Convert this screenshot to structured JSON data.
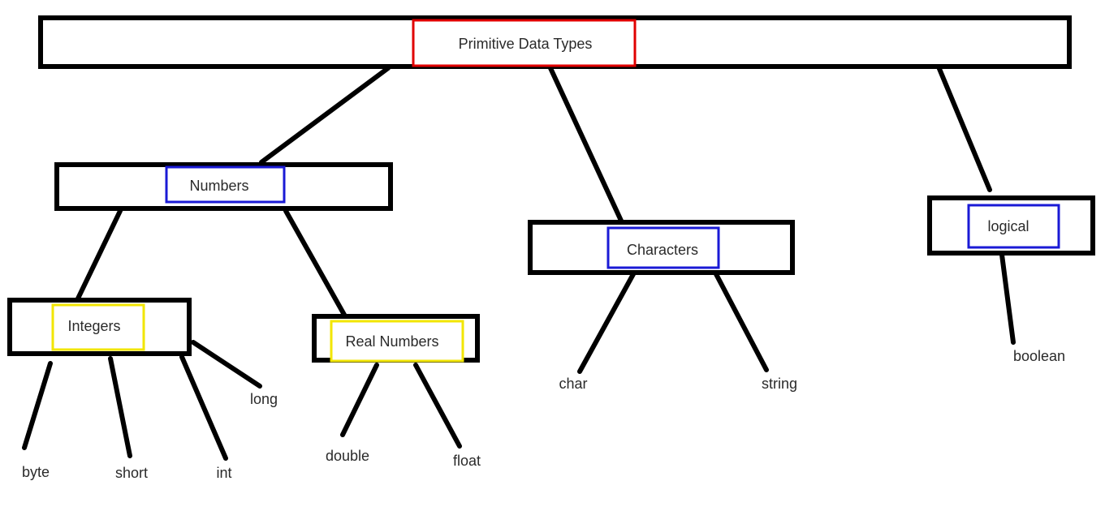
{
  "colors": {
    "line": "#000000",
    "root_highlight": "#e00000",
    "category_highlight": "#1a1ad6",
    "subcategory_highlight": "#f2e600",
    "text": "#2a2a2a"
  },
  "nodes": {
    "root": {
      "label": "Primitive Data Types"
    },
    "numbers": {
      "label": "Numbers"
    },
    "characters": {
      "label": "Characters"
    },
    "logical": {
      "label": "logical"
    },
    "integers": {
      "label": "Integers"
    },
    "real_numbers": {
      "label": "Real Numbers"
    }
  },
  "leaves": {
    "byte": "byte",
    "short": "short",
    "int": "int",
    "long": "long",
    "double": "double",
    "float": "float",
    "char": "char",
    "string": "string",
    "boolean": "boolean"
  }
}
